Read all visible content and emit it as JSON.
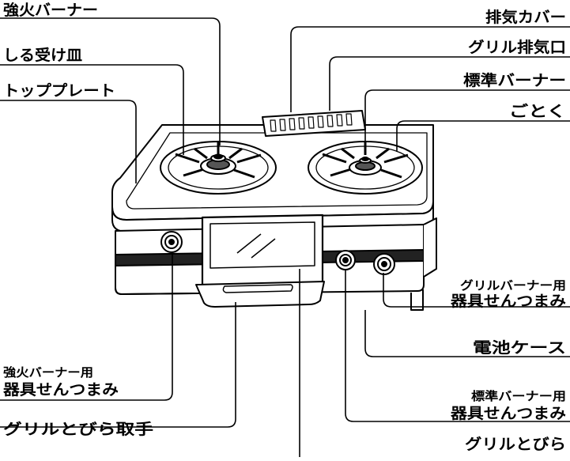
{
  "labels": {
    "strong_burner": "強火バーナー",
    "drip_tray": "しる受け皿",
    "top_plate": "トッププレート",
    "exhaust_cover": "排気カバー",
    "grill_exhaust": "グリル排気口",
    "standard_burner": "標準バーナー",
    "trivet": "ごとく",
    "grill_knob_line1": "グリルバーナー用",
    "grill_knob_line2": "器具せんつまみ",
    "battery_case": "電池ケース",
    "strong_knob_line1": "強火バーナー用",
    "strong_knob_line2": "器具せんつまみ",
    "standard_knob_line1": "標準バーナー用",
    "standard_knob_line2": "器具せんつまみ",
    "grill_door_handle": "グリルとびら取手",
    "grill_door": "グリルとびら"
  }
}
